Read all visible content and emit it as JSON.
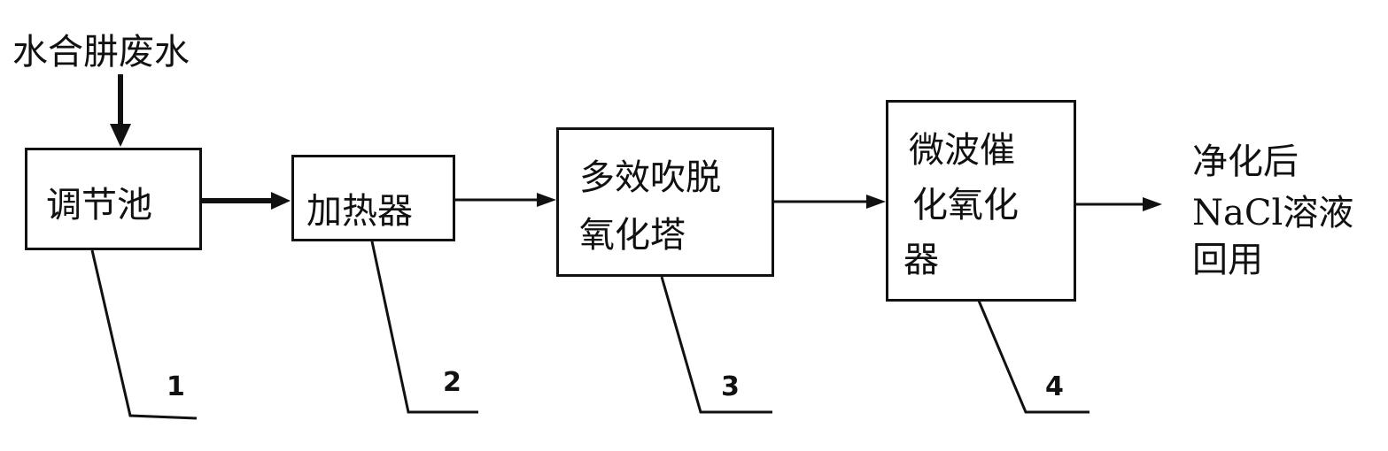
{
  "input": {
    "label": "水合肼废水"
  },
  "units": [
    {
      "number": "1",
      "lines": [
        "调节池"
      ]
    },
    {
      "number": "2",
      "lines": [
        "加热器"
      ]
    },
    {
      "number": "3",
      "lines": [
        "多效吹脱",
        "氧化塔"
      ]
    },
    {
      "number": "4",
      "lines": [
        "微波催",
        "化氧化",
        "器"
      ]
    }
  ],
  "output": {
    "lines": [
      "净化后",
      "NaCl溶液",
      "回用"
    ]
  }
}
